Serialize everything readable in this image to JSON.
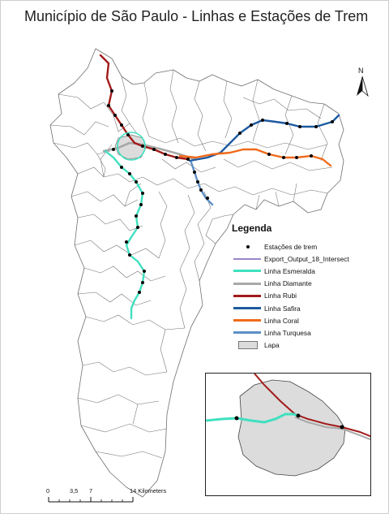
{
  "title": "Município de São Paulo - Linhas e Estações de Trem",
  "colors": {
    "esmeralda": "#3fe0bf",
    "diamante": "#a8a8a8",
    "rubi": "#a21b1b",
    "safira": "#1d5aa0",
    "coral": "#f06a1a",
    "turquesa": "#5e8fc6",
    "lapa_fill": "#dcdcdc",
    "intersect": "#9a86c8",
    "district_border": "#6f6f6f"
  },
  "legend": {
    "title": "Legenda",
    "items": [
      {
        "label": "Estações de trem",
        "symbol": "dot",
        "color": "#000000"
      },
      {
        "label": "Export_Output_18_Intersect",
        "symbol": "line",
        "color": "#9a86c8"
      },
      {
        "label": "Linha Esmeralda",
        "symbol": "thick-line",
        "color": "#3fe0bf"
      },
      {
        "label": "Linha Diamante",
        "symbol": "thick-line",
        "color": "#a8a8a8"
      },
      {
        "label": "Linha Rubi",
        "symbol": "thick-line",
        "color": "#a21b1b"
      },
      {
        "label": "Linha Safira",
        "symbol": "thick-line",
        "color": "#1d5aa0"
      },
      {
        "label": "Linha Coral",
        "symbol": "thick-line",
        "color": "#f06a1a"
      },
      {
        "label": "Linha Turquesa",
        "symbol": "thick-line",
        "color": "#5e8fc6"
      },
      {
        "label": "Lapa",
        "symbol": "box",
        "color": "#dcdcdc"
      }
    ]
  },
  "north_arrow": {
    "label": "N",
    "icon": "north-arrow-icon"
  },
  "scale_bar": {
    "ticks": [
      "0",
      "3,5",
      "7",
      "14 Kilometers"
    ],
    "tick_values_km": [
      0,
      3.5,
      7,
      14
    ]
  }
}
